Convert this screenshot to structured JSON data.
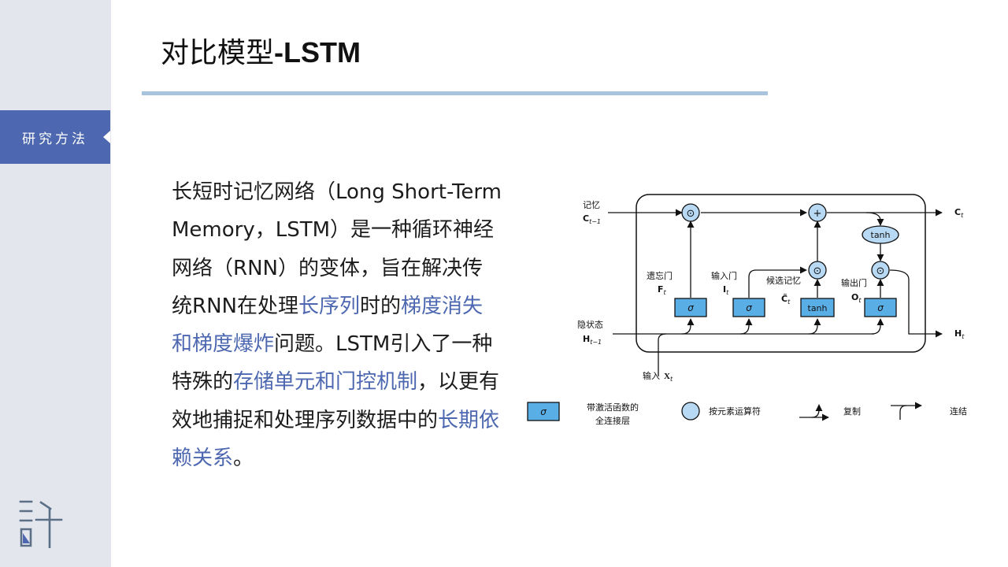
{
  "sidebar": {
    "section_label": "研究方法"
  },
  "header": {
    "title_prefix": "对比模型",
    "title_suffix": "-LSTM"
  },
  "body": {
    "t1": "长短时记忆网络（Long Short-Term Memory，LSTM）是一种循环神经网络（RNN）的变体，旨在解决传统RNN在处理",
    "h1": "长序列",
    "t2": "时的",
    "h2": "梯度消失和梯度爆炸",
    "t3": "问题。LSTM引入了一种特殊的",
    "h3": "存储单元和门控机制",
    "t4": "，以更有效地捕捉和处理序列数据中的",
    "h4": "长期依赖关系",
    "t5": "。"
  },
  "colors": {
    "accent": "#4d68b0",
    "sidebar_bg": "#e4e6ee",
    "rule": "#a7c3de",
    "gate_fill": "#5aaee6",
    "op_fill": "#b8d9f3"
  },
  "diagram": {
    "memory_label": "记忆",
    "memory_var": "C",
    "memory_sub": "t−1",
    "hidden_label": "隐状态",
    "hidden_var": "H",
    "hidden_sub": "t−1",
    "input_label": "输入",
    "input_var": "X",
    "input_sub": "t",
    "forget_label": "遗忘门",
    "forget_var": "F",
    "forget_sub": "t",
    "input_gate_label": "输入门",
    "input_gate_var": "I",
    "input_gate_sub": "t",
    "candidate_label": "候选记忆",
    "candidate_var": "C̃",
    "candidate_sub": "t",
    "output_gate_label": "输出门",
    "output_gate_var": "O",
    "output_gate_sub": "t",
    "out_c_var": "C",
    "out_c_sub": "t",
    "out_h_var": "H",
    "out_h_sub": "t",
    "sigma": "σ",
    "tanh": "tanh",
    "op_multiply": "⊙",
    "op_add": "+"
  },
  "legend": {
    "fc_symbol": "σ",
    "fc_line1": "带激活函数的",
    "fc_line2": "全连接层",
    "op_label": "按元素运算符",
    "copy_label": "复制",
    "concat_label": "连结"
  }
}
